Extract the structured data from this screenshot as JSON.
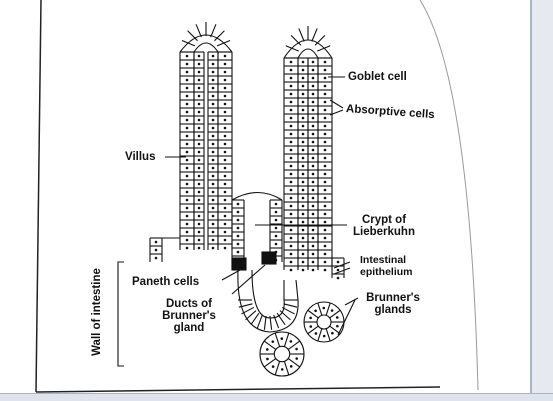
{
  "diagram": {
    "labels": {
      "goblet_cell": "Goblet cell",
      "absorptive_cells": "Absorptive cells",
      "villus": "Villus",
      "crypt_line1": "Crypt of",
      "crypt_line2": "Lieberkuhn",
      "intestinal_line1": "Intestinal",
      "intestinal_line2": "epithelium",
      "paneth_cells": "Paneth cells",
      "ducts_line1": "Ducts of",
      "ducts_line2": "Brunner's",
      "ducts_line3": "gland",
      "brunners_line1": "Brunner's",
      "brunners_line2": "glands",
      "wall_of_intestine": "Wall of intestine"
    }
  },
  "colors": {
    "ink": "#111111",
    "paper": "#ffffff",
    "frame": "#a7b3c8"
  }
}
